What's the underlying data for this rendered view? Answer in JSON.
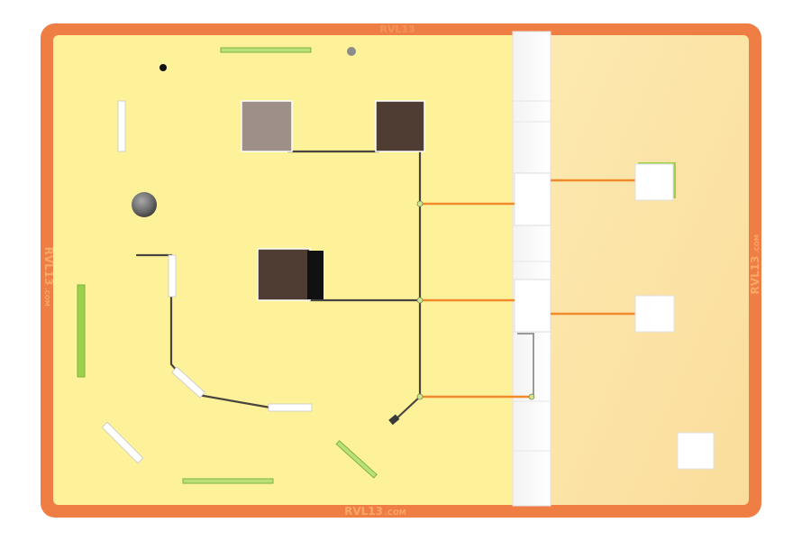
{
  "colors": {
    "frame": "#ef7e45",
    "floor_left": "#fdf29a",
    "floor_right": "#fce3a6",
    "wall": "#ffffff",
    "laser": "#f08a2c",
    "wire": "#4a4440",
    "accent_green": "#9ed14b",
    "crate_grey": "#9e9088",
    "crate_dark": "#4f3c32",
    "crate_black": "#111111"
  },
  "watermark": {
    "brand": "RVL13",
    "suffix": ".COM"
  },
  "scene": {
    "description_icons": [
      "laser-beam",
      "cube",
      "switch",
      "bomb",
      "mine"
    ]
  }
}
